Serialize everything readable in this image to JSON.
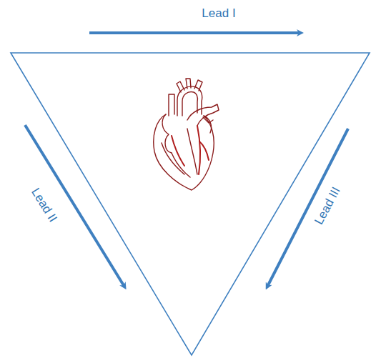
{
  "diagram": {
    "labels": [
      "Lead I",
      "Lead II",
      "Lead III"
    ]
  }
}
